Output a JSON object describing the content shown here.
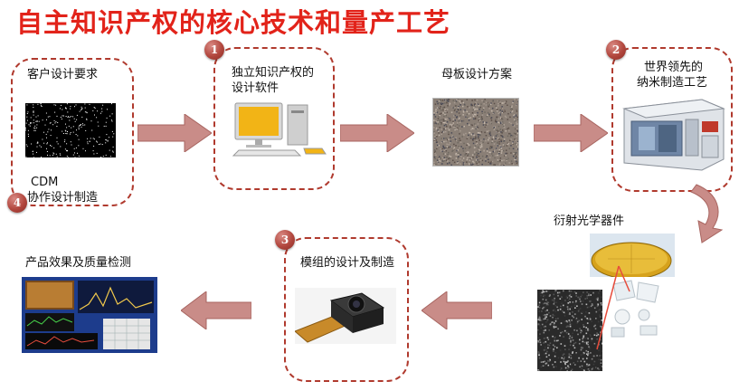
{
  "title": "自主知识产权的核心技术和量产工艺",
  "steps": {
    "customer": "客户设计要求",
    "cdm_line1": "CDM",
    "cdm_line2": "协作设计制造",
    "software_line1": "独立知识产权的",
    "software_line2": "设计软件",
    "mask": "母板设计方案",
    "nano_line1": "世界领先的",
    "nano_line2": "纳米制造工艺",
    "optics": "衍射光学器件",
    "module": "模组的设计及制造",
    "product": "产品效果及质量检测"
  },
  "badges": {
    "b1": "1",
    "b2": "2",
    "b3": "3",
    "b4": "4"
  },
  "colors": {
    "title": "#e2231a",
    "border": "#b03a2e",
    "arrow": "#c98c88"
  }
}
